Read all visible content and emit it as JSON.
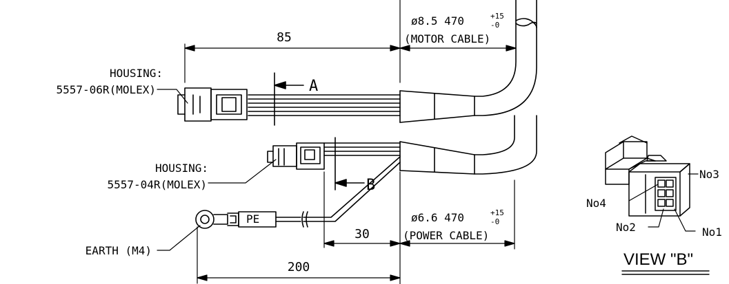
{
  "dimensions": {
    "d85": "85",
    "d30": "30",
    "d200": "200"
  },
  "motor_cable": {
    "spec_prefix": "ø8.5 470",
    "tol_plus": "+15",
    "tol_minus": "-0",
    "label": "(MOTOR CABLE)"
  },
  "power_cable": {
    "spec_prefix": "ø6.6 470",
    "tol_plus": "+15",
    "tol_minus": "-0",
    "label": "(POWER CABLE)"
  },
  "housing_a": {
    "line1": "HOUSING:",
    "line2": "5557-06R(MOLEX)"
  },
  "housing_b": {
    "line1": "HOUSING:",
    "line2": "5557-04R(MOLEX)"
  },
  "earth_label": "EARTH (M4)",
  "pe_tag": "PE",
  "view_markers": {
    "a": "A",
    "b": "B"
  },
  "pins": {
    "no1": "No1",
    "no2": "No2",
    "no3": "No3",
    "no4": "No4"
  },
  "view_title": "VIEW \"B\""
}
